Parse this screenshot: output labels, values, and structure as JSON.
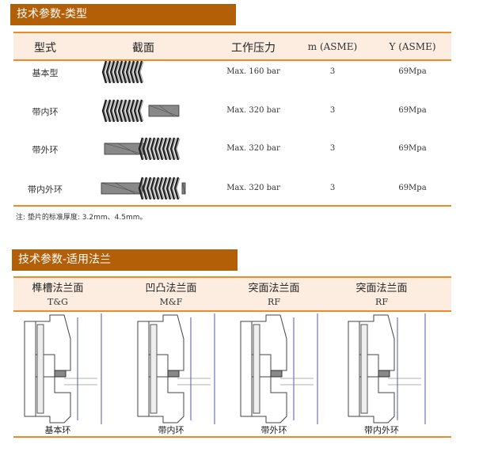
{
  "section1": {
    "title": "技术参数-类型",
    "headers": [
      "型式",
      "截面",
      "工作压力",
      "m (ASME)",
      "Y (ASME)"
    ],
    "rows": [
      {
        "type": "基本型",
        "pressure": "Max. 160 bar",
        "m": "3",
        "y": "69Mpa"
      },
      {
        "type": "带内环",
        "pressure": "Max. 320 bar",
        "m": "3",
        "y": "69Mpa"
      },
      {
        "type": "带外环",
        "pressure": "Max. 320 bar",
        "m": "3",
        "y": "69Mpa"
      },
      {
        "type": "带内外环",
        "pressure": "Max. 320 bar",
        "m": "3",
        "y": "69Mpa"
      }
    ],
    "note": "注: 垫片的标准厚度: 3.2mm、4.5mm。"
  },
  "section2": {
    "title": "技术参数-适用法兰",
    "columns": [
      {
        "name": "榫槽法兰面",
        "code": "T&G",
        "caption": "基本环"
      },
      {
        "name": "凹凸法兰面",
        "code": "M&F",
        "caption": "带内环"
      },
      {
        "name": "突面法兰面",
        "code": "RF",
        "caption": "带外环"
      },
      {
        "name": "突面法兰面",
        "code": "RF",
        "caption": "带内外环"
      }
    ]
  }
}
